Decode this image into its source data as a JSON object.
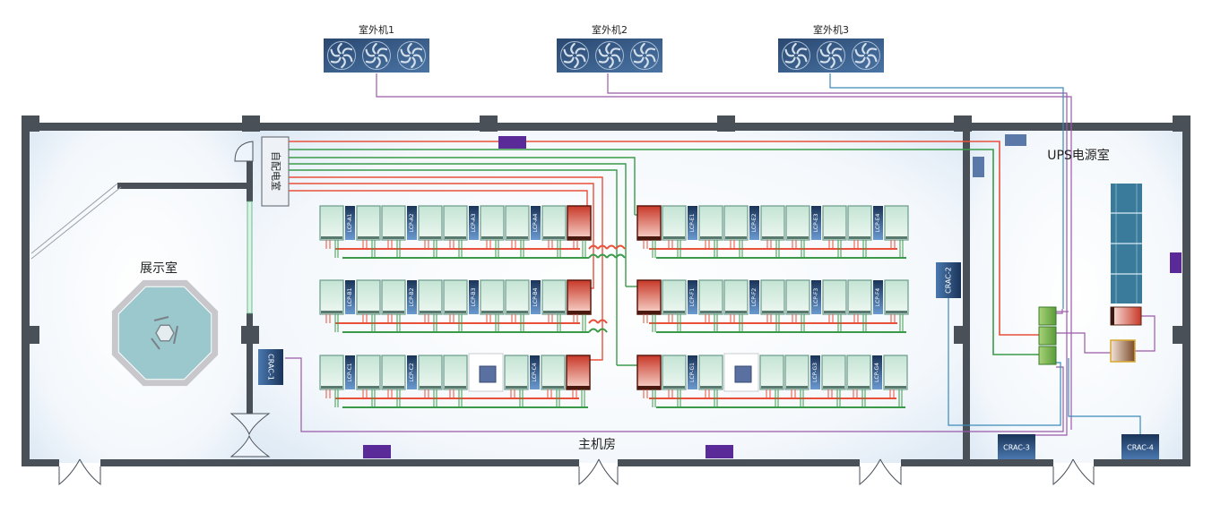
{
  "title": "数据中心机房平面布置图",
  "outdoor_units": [
    {
      "label": "室外机1"
    },
    {
      "label": "室外机2"
    },
    {
      "label": "室外机3"
    }
  ],
  "rooms": {
    "showroom": "展示室",
    "main_room": "主机房",
    "ups_room": "UPS电源室",
    "distribution_room": "自配电室"
  },
  "crac_units": [
    {
      "label": "CRAC-1"
    },
    {
      "label": "CRAC-2"
    },
    {
      "label": "CRAC-3"
    },
    {
      "label": "CRAC-4"
    }
  ],
  "rack_rows": [
    {
      "row": "A",
      "lcp": [
        "LCP-A1",
        "LCP-A2",
        "LCP-A3",
        "LCP-A4"
      ]
    },
    {
      "row": "B",
      "lcp": [
        "LCP-B1",
        "LCP-B2",
        "LCP-B3",
        "LCP-B4"
      ]
    },
    {
      "row": "C",
      "lcp": [
        "LCP-C1",
        "LCP-C2",
        "LCP-C4"
      ]
    },
    {
      "row": "E",
      "lcp": [
        "LCP-E1",
        "LCP-E2",
        "LCP-E3",
        "LCP-E4"
      ]
    },
    {
      "row": "F",
      "lcp": [
        "LCP-F1",
        "LCP-F2",
        "LCP-F3",
        "LCP-F4"
      ]
    },
    {
      "row": "G",
      "lcp": [
        "LCP-G1",
        "LCP-G3",
        "LCP-G4"
      ]
    }
  ],
  "colors": {
    "wall": "#4a5058",
    "floor": "#eef4fb",
    "power_line": "#e8503a",
    "ground_line": "#3a9a4a",
    "refrigerant_line": "#9a5aa8",
    "water_line": "#3a8ab8",
    "rack": "#cfe8dc",
    "lcp": "#2a4a78",
    "pdu": "#c84838",
    "crac": "#2a4a78",
    "ups_battery": "#3a7a9a",
    "purple_unit": "#5a2a98"
  }
}
